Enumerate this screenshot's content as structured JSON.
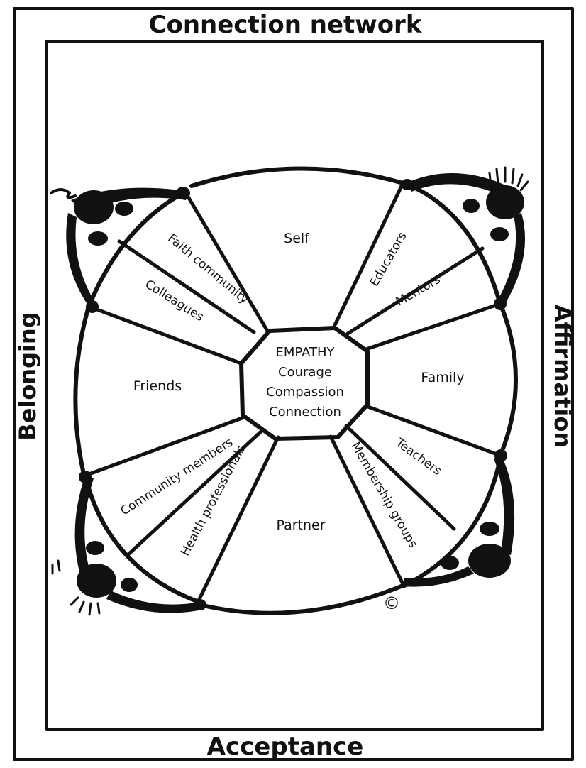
{
  "frame": {
    "top": "Connection network",
    "left": "Belonging",
    "right": "Affirmation",
    "bottom": "Acceptance"
  },
  "hub": {
    "lines": [
      "EMPATHY",
      "Courage",
      "Compassion",
      "Connection"
    ]
  },
  "sections": {
    "self": "Self",
    "family": "Family",
    "partner": "Partner",
    "friends": "Friends"
  },
  "segments": {
    "faith_community": "Faith community",
    "colleagues": "Colleagues",
    "educators": "Educators",
    "mentors": "Mentors",
    "teachers": "Teachers",
    "membership_groups": "Membership groups",
    "community_members": "Community members",
    "health_professionals": "Health professionals"
  },
  "copyright": "©"
}
